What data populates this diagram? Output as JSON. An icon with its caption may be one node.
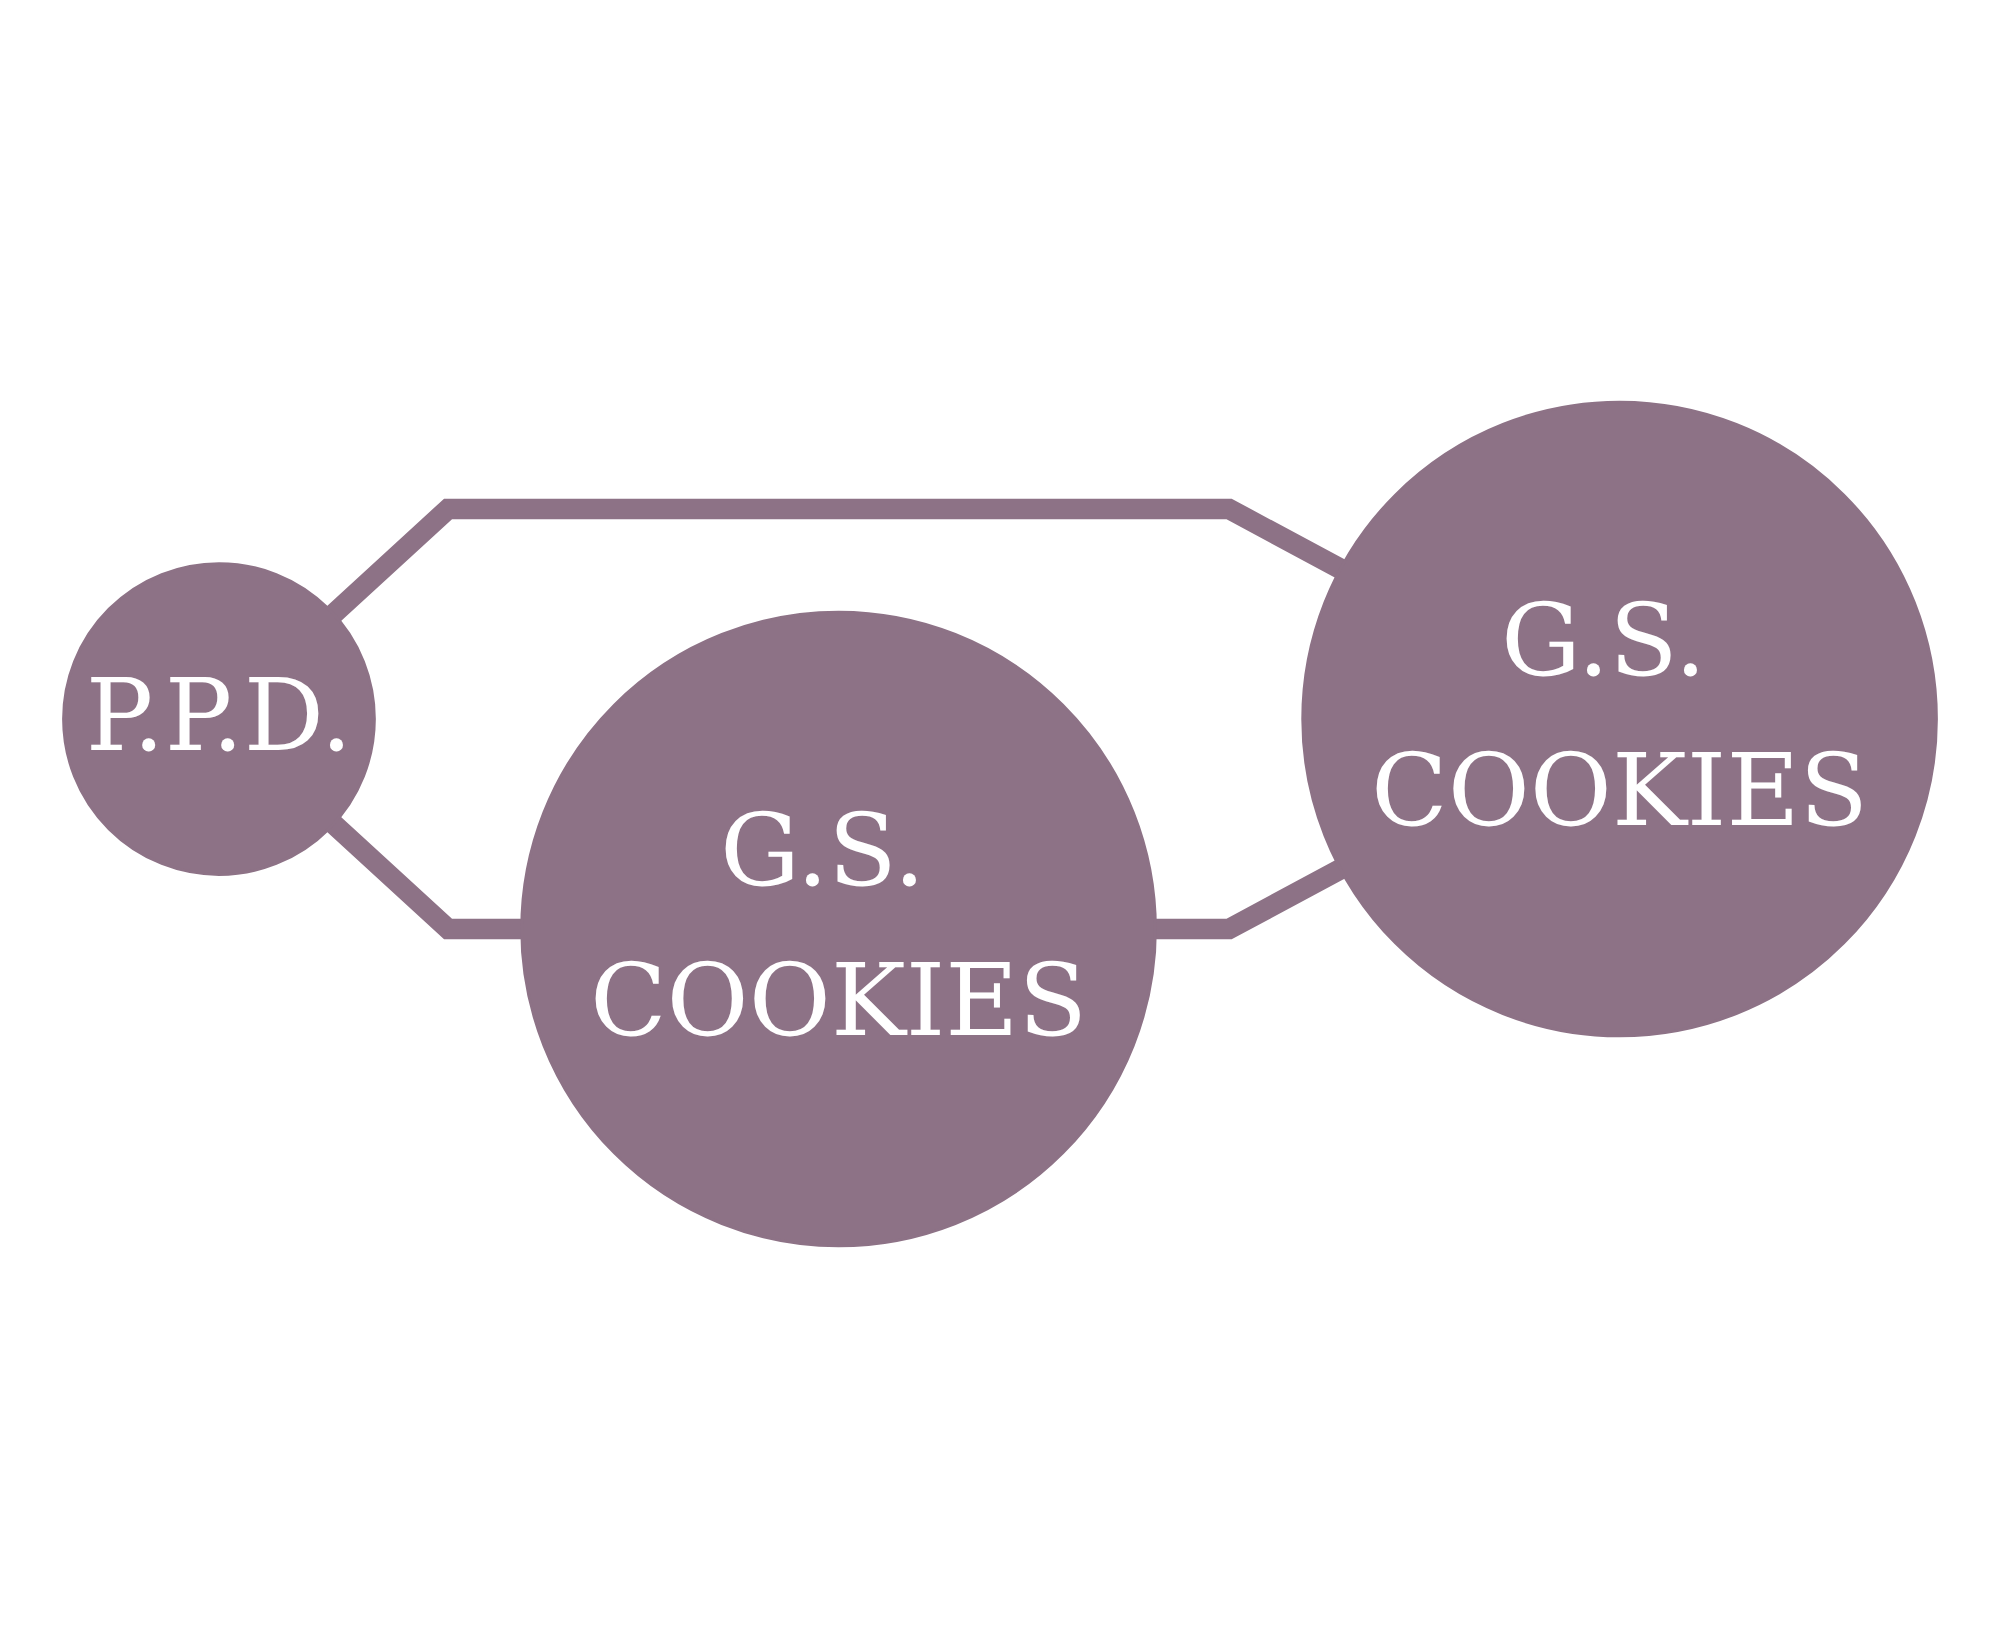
{
  "diagram": {
    "nodes": [
      {
        "text": [
          "P.P.D."
        ]
      },
      {
        "text": [
          "G.S. COOKIES"
        ]
      },
      {
        "text": [
          "G.S. COOKIES"
        ]
      }
    ],
    "edges": [
      {
        "from": 0,
        "to": 1,
        "arrow": "none"
      },
      {
        "from": 0,
        "to": 2,
        "arrow": "none"
      },
      {
        "from": 1,
        "to": 2,
        "arrow": "none"
      }
    ]
  }
}
